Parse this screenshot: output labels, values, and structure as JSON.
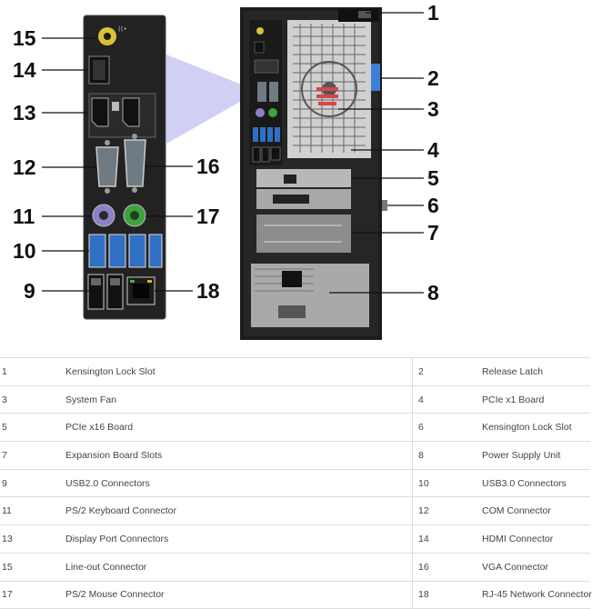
{
  "callouts": [
    "15",
    "14",
    "13",
    "12",
    "11",
    "10",
    "9",
    "16",
    "17",
    "18",
    "1",
    "2",
    "3",
    "4",
    "5",
    "6",
    "7",
    "8"
  ],
  "legend": [
    {
      "n1": "1",
      "d1": "Kensington Lock Slot",
      "n2": "2",
      "d2": "Release Latch"
    },
    {
      "n1": "3",
      "d1": "System Fan",
      "n2": "4",
      "d2": "PCIe x1 Board"
    },
    {
      "n1": "5",
      "d1": "PCIe x16 Board",
      "n2": "6",
      "d2": "Kensington Lock Slot"
    },
    {
      "n1": "7",
      "d1": "Expansion Board Slots",
      "n2": "8",
      "d2": "Power Supply Unit"
    },
    {
      "n1": "9",
      "d1": "USB2.0 Connectors",
      "n2": "10",
      "d2": "USB3.0 Connectors"
    },
    {
      "n1": "11",
      "d1": "PS/2 Keyboard Connector",
      "n2": "12",
      "d2": "COM Connector"
    },
    {
      "n1": "13",
      "d1": "Display Port Connectors",
      "n2": "14",
      "d2": "HDMI Connector"
    },
    {
      "n1": "15",
      "d1": "Line-out Connector",
      "n2": "16",
      "d2": "VGA Connector"
    },
    {
      "n1": "17",
      "d1": "PS/2 Mouse Connector",
      "n2": "18",
      "d2": "RJ-45 Network Connector"
    }
  ],
  "colors": {
    "panel": "#222222",
    "usb3": "#2f6fc4",
    "keyboard": "#8d7fc9",
    "mouse": "#3fa13f",
    "lineout": "#d8c236",
    "release_latch": "#3d7fd6",
    "zoom": "#c8c8f3"
  }
}
